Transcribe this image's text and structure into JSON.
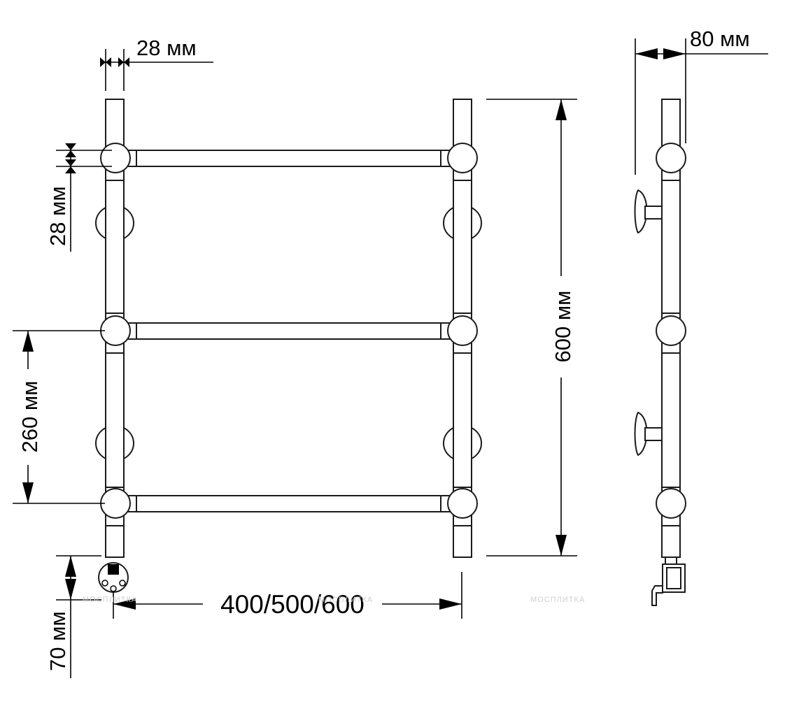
{
  "dimensions": {
    "pipe_diameter_top": "28 мм",
    "wall_offset": "80 мм",
    "pipe_diameter_side": "28 мм",
    "height": "600 мм",
    "rung_spacing": "260 мм",
    "width": "400/500/600",
    "bottom_offset": "70 мм"
  },
  "watermark": "МОСПЛИТКА",
  "colors": {
    "line": "#1a1a1a",
    "background": "#ffffff"
  }
}
